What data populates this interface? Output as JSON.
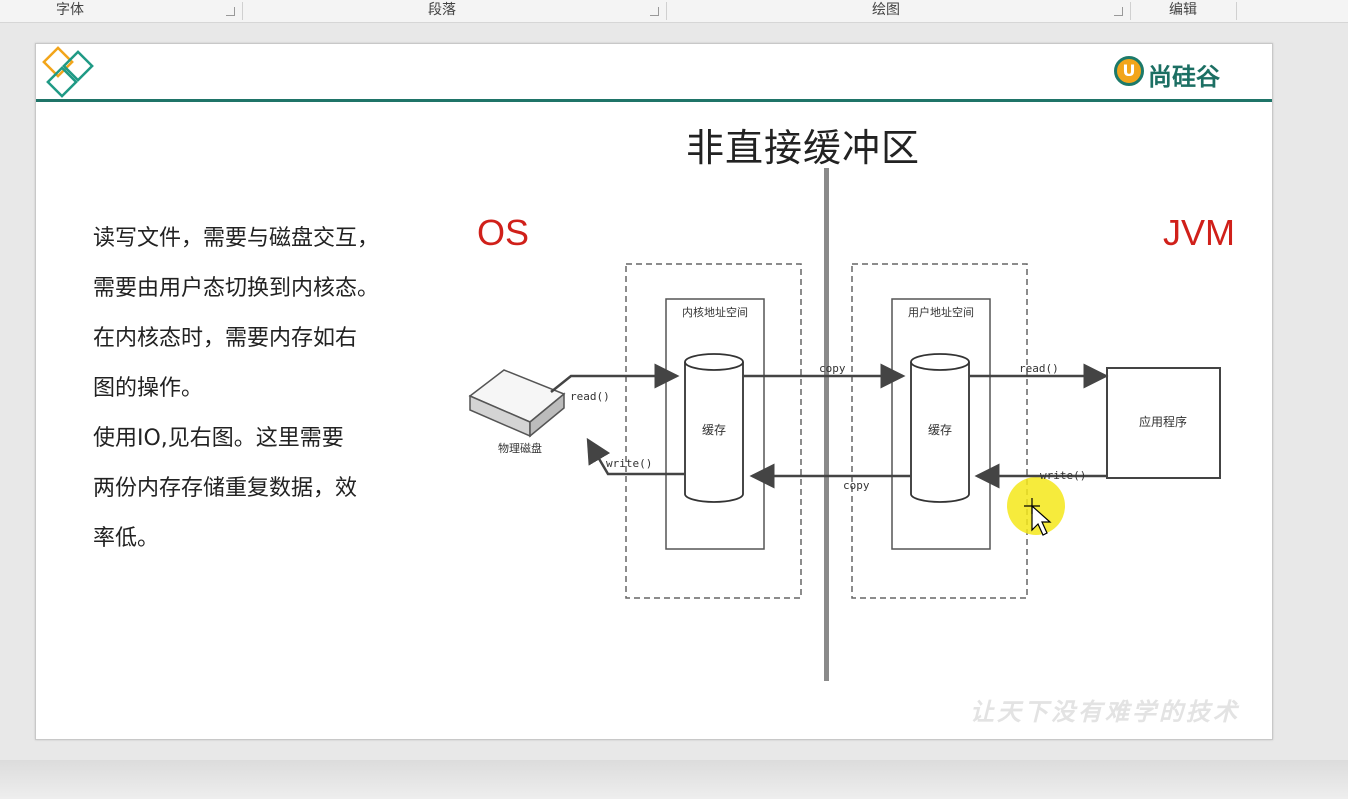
{
  "ribbon": {
    "groups": [
      "字体",
      "段落",
      "绘图",
      "编辑"
    ]
  },
  "slide": {
    "title": "非直接缓冲区",
    "brand": "尚硅谷",
    "brand_logo_letter": "U",
    "os_label": "OS",
    "jvm_label": "JVM",
    "body_lines": [
      "读写文件，需要与磁盘交互，",
      "需要由用户态切换到内核态。",
      "在内核态时，需要内存如右",
      "图的操作。",
      "使用IO,见右图。这里需要",
      "两份内存存储重复数据，效",
      "率低。"
    ],
    "watermark": "让天下没有难学的技术"
  },
  "diagram": {
    "disk_label": "物理磁盘",
    "kernel_space": "内核地址空间",
    "user_space": "用户地址空间",
    "buffer1": "缓存",
    "buffer2": "缓存",
    "app": "应用程序",
    "read1": "read()",
    "write1": "write()",
    "copy_top": "copy",
    "copy_bottom": "copy",
    "read2": "read()",
    "write2": "write()"
  },
  "colors": {
    "accent_teal": "#1f7468",
    "label_red": "#d0201a",
    "logo_orange": "#f2a51a",
    "cursor_highlight": "#f5e81a"
  },
  "icons": [
    "diamond-logo-icon",
    "brand-logo-icon",
    "cursor-move-icon"
  ]
}
